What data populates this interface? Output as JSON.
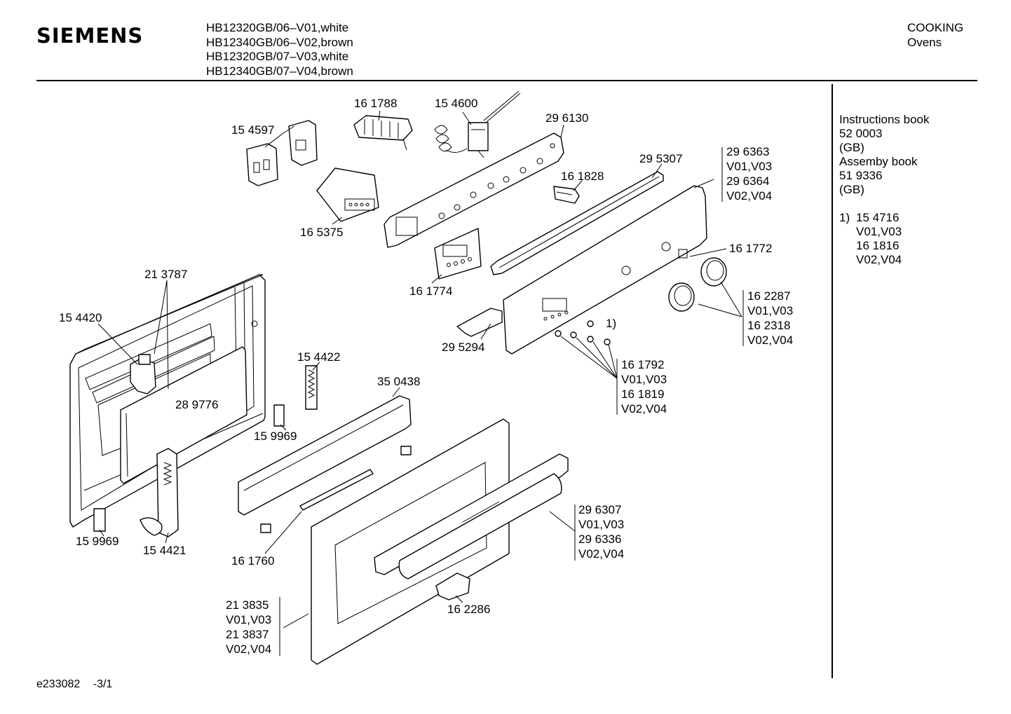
{
  "header": {
    "brand": "SIEMENS",
    "models": [
      "HB12320GB/06–V01,white",
      "HB12340GB/06–V02,brown",
      "HB12320GB/07–V03,white",
      "HB12340GB/07–V04,brown"
    ],
    "category": "COOKING",
    "subcategory": "Ovens"
  },
  "side_panel": {
    "lines": [
      "Instructions book",
      "52 0003",
      "(GB)",
      "Assemby book",
      "51 9336",
      "(GB)"
    ],
    "note_marker": "1)",
    "note_lines": [
      "15 4716",
      "V01,V03",
      "16 1816",
      "V02,V04"
    ]
  },
  "footer": {
    "drawing_id": "e233082",
    "page": "-3/1"
  },
  "part_labels": {
    "p161788": "16 1788",
    "p154600": "15 4600",
    "p296130": "29 6130",
    "p154597": "15 4597",
    "p295307": "29 5307",
    "p161828": "16 1828",
    "p165375": "16 5375",
    "p161774": "16 1774",
    "p161772": "16 1772",
    "p213787": "21 3787",
    "p154420": "15 4420",
    "p295294": "29 5294",
    "note_ref": "1)",
    "p154422": "15 4422",
    "p350438": "35 0438",
    "p289776": "28 9776",
    "p159969a": "15 9969",
    "p159969b": "15 9969",
    "p154421": "15 4421",
    "p161760": "16 1760",
    "p162286": "16 2286"
  },
  "variant_groups": {
    "g_panel": [
      "29 6363",
      "V01,V03",
      "29 6364",
      "V02,V04"
    ],
    "g_knob": [
      "16 2287",
      "V01,V03",
      "16 2318",
      "V02,V04"
    ],
    "g_screw": [
      "16 1792",
      "V01,V03",
      "16 1819",
      "V02,V04"
    ],
    "g_handle": [
      "29 6307",
      "V01,V03",
      "29 6336",
      "V02,V04"
    ],
    "g_door": [
      "21 3835",
      "V01,V03",
      "21 3837",
      "V02,V04"
    ]
  }
}
